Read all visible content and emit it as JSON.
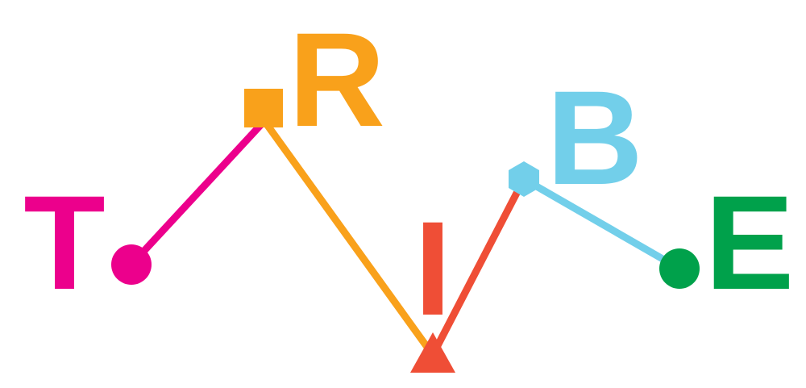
{
  "logo": {
    "letters": [
      {
        "id": "t",
        "char": "T",
        "color": "#EC008C"
      },
      {
        "id": "r",
        "char": "R",
        "color": "#F9A11B"
      },
      {
        "id": "i",
        "char": "I",
        "color": "#EF4E36"
      },
      {
        "id": "b",
        "char": "B",
        "color": "#72CFEA"
      },
      {
        "id": "e",
        "char": "E",
        "color": "#00A14B"
      }
    ],
    "markers": [
      {
        "id": "t",
        "shape": "circle",
        "color": "#EC008C"
      },
      {
        "id": "r",
        "shape": "square",
        "color": "#F9A11B"
      },
      {
        "id": "i",
        "shape": "triangle",
        "color": "#EF4E36"
      },
      {
        "id": "b",
        "shape": "hexagon",
        "color": "#72CFEA"
      },
      {
        "id": "e",
        "shape": "circle",
        "color": "#00A14B"
      }
    ]
  }
}
